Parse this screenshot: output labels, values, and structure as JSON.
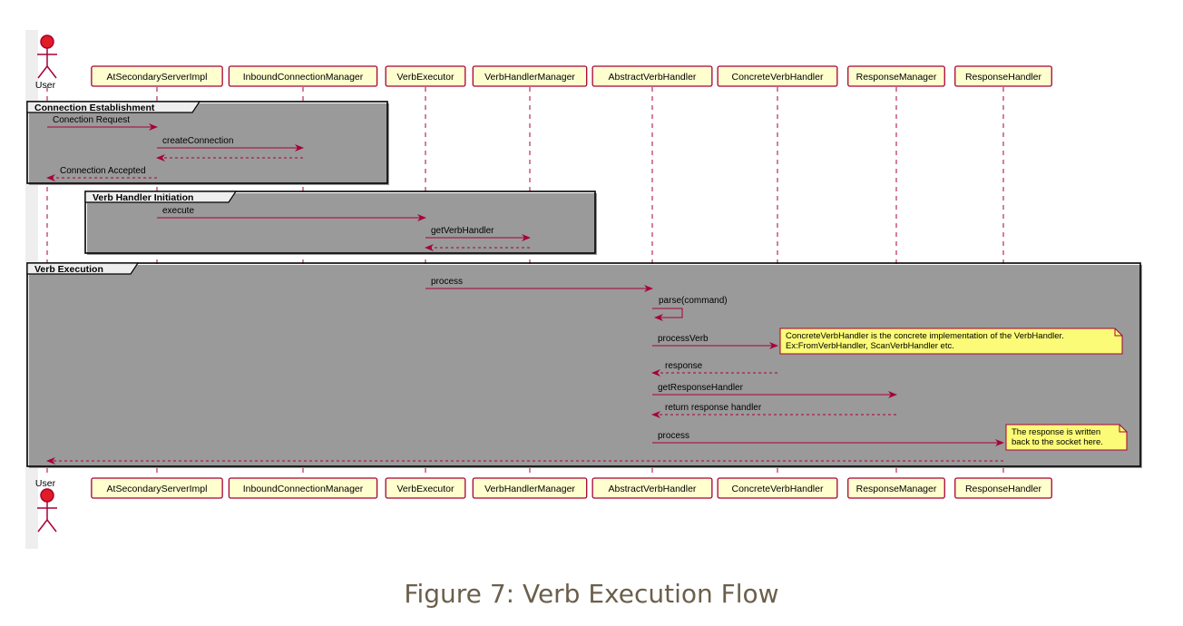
{
  "colors": {
    "participant_fill": "#fefece",
    "participant_border": "#a80036",
    "arrow": "#a80036",
    "note_fill": "#fbfb77",
    "frame_border": "#000000",
    "frame_tab": "#eeeeee",
    "actor_fill": "#e01c24",
    "caption_text": "#6b5f4c"
  },
  "participants": [
    {
      "id": "user",
      "label": "User",
      "kind": "actor"
    },
    {
      "id": "assi",
      "label": "AtSecondaryServerImpl"
    },
    {
      "id": "icm",
      "label": "InboundConnectionManager"
    },
    {
      "id": "ve",
      "label": "VerbExecutor"
    },
    {
      "id": "vhm",
      "label": "VerbHandlerManager"
    },
    {
      "id": "avh",
      "label": "AbstractVerbHandler"
    },
    {
      "id": "cvh",
      "label": "ConcreteVerbHandler"
    },
    {
      "id": "rm",
      "label": "ResponseManager"
    },
    {
      "id": "rh",
      "label": "ResponseHandler"
    }
  ],
  "groups": [
    {
      "label": "Connection Establishment",
      "from": "user",
      "to": "icm"
    },
    {
      "label": "Verb Handler Initiation",
      "from": "assi",
      "to": "vhm"
    },
    {
      "label": "Verb Execution",
      "from": "user",
      "to": "rh"
    }
  ],
  "messages": [
    {
      "label": "Conection Request",
      "from": "user",
      "to": "assi",
      "style": "solid"
    },
    {
      "label": "createConnection",
      "from": "assi",
      "to": "icm",
      "style": "solid"
    },
    {
      "label": "",
      "from": "icm",
      "to": "assi",
      "style": "dashed"
    },
    {
      "label": "Connection Accepted",
      "from": "assi",
      "to": "user",
      "style": "dashed"
    },
    {
      "label": "execute",
      "from": "assi",
      "to": "ve",
      "style": "solid"
    },
    {
      "label": "getVerbHandler",
      "from": "ve",
      "to": "vhm",
      "style": "solid"
    },
    {
      "label": "",
      "from": "vhm",
      "to": "ve",
      "style": "dashed"
    },
    {
      "label": "process",
      "from": "ve",
      "to": "avh",
      "style": "solid"
    },
    {
      "label": "parse(command)",
      "from": "avh",
      "to": "avh",
      "style": "solid"
    },
    {
      "label": "processVerb",
      "from": "avh",
      "to": "cvh",
      "style": "solid"
    },
    {
      "label": "response",
      "from": "cvh",
      "to": "avh",
      "style": "dashed"
    },
    {
      "label": "getResponseHandler",
      "from": "avh",
      "to": "rm",
      "style": "solid"
    },
    {
      "label": "return response handler",
      "from": "rm",
      "to": "avh",
      "style": "dashed"
    },
    {
      "label": "process",
      "from": "avh",
      "to": "rh",
      "style": "solid"
    },
    {
      "label": "",
      "from": "rh",
      "to": "user",
      "style": "dashed"
    }
  ],
  "notes": [
    {
      "lines": [
        "ConcreteVerbHandler is the concrete implementation of the VerbHandler.",
        "Ex:FromVerbHandler, ScanVerbHandler etc."
      ],
      "attach": "cvh"
    },
    {
      "lines": [
        "The response is written",
        "back to the socket here."
      ],
      "attach": "rh"
    }
  ],
  "caption": "Figure 7: Verb Execution Flow"
}
